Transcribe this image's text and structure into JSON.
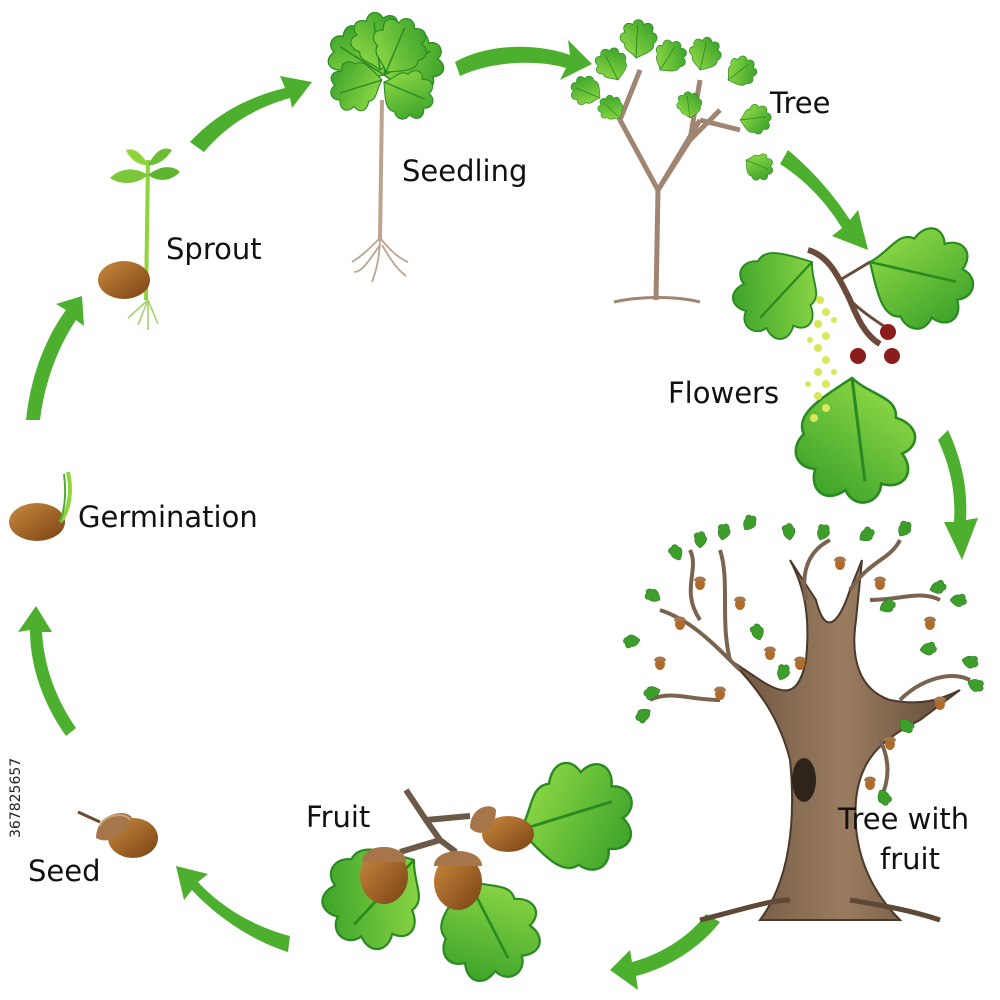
{
  "stages": [
    {
      "id": "seed",
      "label": "Seed"
    },
    {
      "id": "germination",
      "label": "Germination"
    },
    {
      "id": "sprout",
      "label": "Sprout"
    },
    {
      "id": "seedling",
      "label": "Seedling"
    },
    {
      "id": "tree",
      "label": "Tree"
    },
    {
      "id": "flowers",
      "label": "Flowers"
    },
    {
      "id": "tree_with_fruit",
      "label_line1": "Tree with",
      "label_line2": "fruit"
    },
    {
      "id": "fruit",
      "label": "Fruit"
    }
  ],
  "stock_id": "367825657",
  "colors": {
    "arrow": "#4caf2e",
    "leaf": "#3fae29",
    "leaf_light": "#8fd43a",
    "acorn": "#9a5a1e",
    "cap": "#a7754a",
    "trunk": "#8a6a52",
    "berry": "#8b1c1c",
    "catkin": "#d8e85a"
  }
}
